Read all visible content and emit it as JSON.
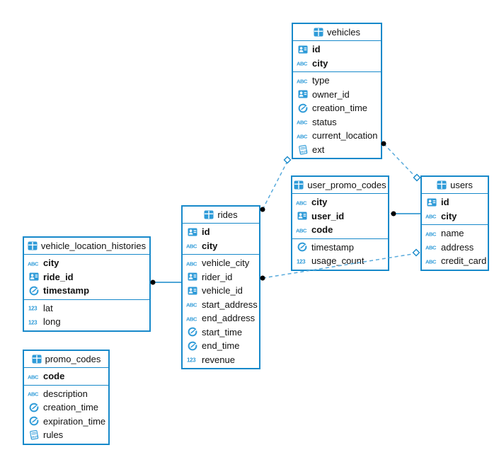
{
  "diagram": {
    "title": "database-er-diagram",
    "colors": {
      "table_border": "#1789ca",
      "icon_blue": "#2f9bd8",
      "dashed_line": "#58aadc",
      "solid_line": "#1789ca",
      "connector_dot": "#000000",
      "text": "#111111"
    },
    "tables": [
      {
        "name": "vehicles",
        "columns": [
          {
            "label": "id",
            "type": "id",
            "key": true
          },
          {
            "label": "city",
            "type": "string",
            "key": true
          },
          {
            "label": "type",
            "type": "string",
            "key": false
          },
          {
            "label": "owner_id",
            "type": "id",
            "key": false
          },
          {
            "label": "creation_time",
            "type": "datetime",
            "key": false
          },
          {
            "label": "status",
            "type": "string",
            "key": false
          },
          {
            "label": "current_location",
            "type": "string",
            "key": false
          },
          {
            "label": "ext",
            "type": "json",
            "key": false
          }
        ]
      },
      {
        "name": "user_promo_codes",
        "columns": [
          {
            "label": "city",
            "type": "string",
            "key": true
          },
          {
            "label": "user_id",
            "type": "id",
            "key": true
          },
          {
            "label": "code",
            "type": "string",
            "key": true
          },
          {
            "label": "timestamp",
            "type": "datetime",
            "key": false
          },
          {
            "label": "usage_count",
            "type": "number",
            "key": false
          }
        ]
      },
      {
        "name": "users",
        "columns": [
          {
            "label": "id",
            "type": "id",
            "key": true
          },
          {
            "label": "city",
            "type": "string",
            "key": true
          },
          {
            "label": "name",
            "type": "string",
            "key": false
          },
          {
            "label": "address",
            "type": "string",
            "key": false
          },
          {
            "label": "credit_card",
            "type": "string",
            "key": false
          }
        ]
      },
      {
        "name": "rides",
        "columns": [
          {
            "label": "id",
            "type": "id",
            "key": true
          },
          {
            "label": "city",
            "type": "string",
            "key": true
          },
          {
            "label": "vehicle_city",
            "type": "string",
            "key": false
          },
          {
            "label": "rider_id",
            "type": "id",
            "key": false
          },
          {
            "label": "vehicle_id",
            "type": "id",
            "key": false
          },
          {
            "label": "start_address",
            "type": "string",
            "key": false
          },
          {
            "label": "end_address",
            "type": "string",
            "key": false
          },
          {
            "label": "start_time",
            "type": "datetime",
            "key": false
          },
          {
            "label": "end_time",
            "type": "datetime",
            "key": false
          },
          {
            "label": "revenue",
            "type": "number",
            "key": false
          }
        ]
      },
      {
        "name": "vehicle_location_histories",
        "columns": [
          {
            "label": "city",
            "type": "string",
            "key": true
          },
          {
            "label": "ride_id",
            "type": "id",
            "key": true
          },
          {
            "label": "timestamp",
            "type": "datetime",
            "key": true
          },
          {
            "label": "lat",
            "type": "number",
            "key": false
          },
          {
            "label": "long",
            "type": "number",
            "key": false
          }
        ]
      },
      {
        "name": "promo_codes",
        "columns": [
          {
            "label": "code",
            "type": "string",
            "key": true
          },
          {
            "label": "description",
            "type": "string",
            "key": false
          },
          {
            "label": "creation_time",
            "type": "datetime",
            "key": false
          },
          {
            "label": "expiration_time",
            "type": "datetime",
            "key": false
          },
          {
            "label": "rules",
            "type": "json",
            "key": false
          }
        ]
      }
    ],
    "connections": [
      {
        "from": "vehicle_location_histories",
        "to": "rides",
        "style": "solid"
      },
      {
        "from": "user_promo_codes",
        "to": "users",
        "style": "solid"
      },
      {
        "from": "rides",
        "to": "users",
        "style": "dashed"
      },
      {
        "from": "rides",
        "to": "vehicles",
        "style": "dashed"
      },
      {
        "from": "vehicles",
        "to": "users",
        "style": "dashed"
      }
    ]
  }
}
